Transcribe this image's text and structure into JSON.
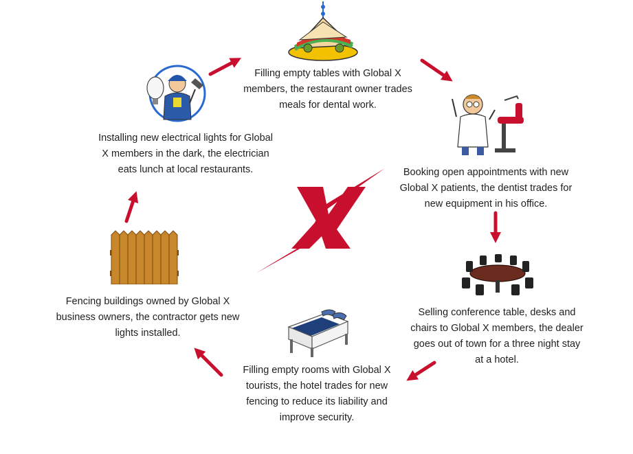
{
  "diagram": {
    "center_mark": "X",
    "colors": {
      "arrow": "#c8102e",
      "center_mark": "#c8102e",
      "text": "#1f1f1f"
    },
    "steps": [
      {
        "id": "restaurant",
        "icon": "sandwich-icon",
        "text": "Filling empty tables with Global X members, the restaurant owner trades meals for dental work."
      },
      {
        "id": "dentist",
        "icon": "dentist-icon",
        "text": "Booking open appointments with new Global X patients, the dentist trades for new equipment in his office."
      },
      {
        "id": "furniture-dealer",
        "icon": "conference-table-icon",
        "text": "Selling conference table, desks and chairs to Global X members, the dealer goes out of town for a three night stay at a hotel."
      },
      {
        "id": "hotel",
        "icon": "bed-icon",
        "text": "Filling empty rooms with Global X tourists, the hotel trades for new fencing to reduce its liability and improve security."
      },
      {
        "id": "contractor",
        "icon": "fence-icon",
        "text": "Fencing buildings owned by Global X business owners, the contractor gets new lights installed."
      },
      {
        "id": "electrician",
        "icon": "electrician-icon",
        "text": "Installing new electrical lights for Global X members in the dark, the electrician eats lunch at local restaurants."
      }
    ]
  }
}
